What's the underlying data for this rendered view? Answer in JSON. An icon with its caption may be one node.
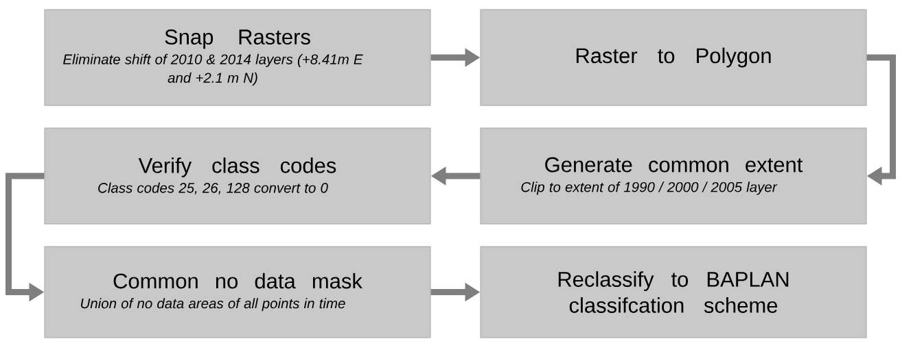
{
  "diagram": {
    "nodes": [
      {
        "text": [
          "Snap Rasters",
          "Eliminate shift of 2010 & 2014 layers (+8.41m E and +2.1 m  N)"
        ]
      },
      {
        "text": [
          "Raster to Polygon"
        ]
      },
      {
        "text": [
          "Verify class codes",
          "Class codes 25, 26, 128 convert to 0"
        ]
      },
      {
        "text": [
          "Generate common extent",
          "Clip to extent of 1990 / 2000 / 2005 layer"
        ]
      },
      {
        "text": [
          "Common no data mask",
          "Union of no data areas of all points in time"
        ]
      },
      {
        "text": [
          "Reclassify to BAPLAN classifcation scheme"
        ]
      }
    ],
    "edges": [
      {
        "from": 0,
        "to": 1,
        "arrow": "to"
      },
      {
        "from": 1,
        "to": 3,
        "arrow": "to"
      },
      {
        "from": 3,
        "to": 2,
        "arrow": "to"
      },
      {
        "from": 2,
        "to": 4,
        "arrow": "to"
      },
      {
        "from": 4,
        "to": 5,
        "arrow": "to"
      }
    ]
  }
}
